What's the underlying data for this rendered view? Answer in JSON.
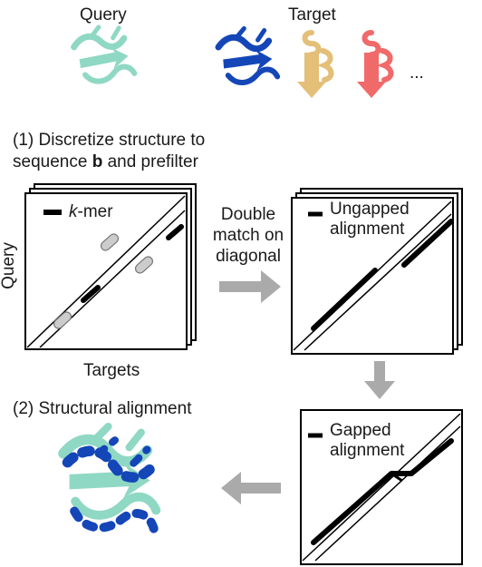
{
  "header": {
    "query_label": "Query",
    "target_label": "Target",
    "ellipsis": "..."
  },
  "step1": {
    "title_line1": "(1) Discretize structure to",
    "title_prefix": "sequence ",
    "title_bold": "b",
    "title_suffix": " and prefilter",
    "legend_italic": "k",
    "legend_rest": "-mer",
    "y_axis_label": "Query",
    "x_axis_label": "Targets",
    "arrow_text": [
      "Double",
      "match on",
      "diagonal"
    ]
  },
  "ungapped": {
    "legend_line1": "Ungapped",
    "legend_line2": "alignment"
  },
  "gapped": {
    "legend_line1": "Gapped",
    "legend_line2": "alignment"
  },
  "step2": {
    "title": "(2) Structural alignment"
  },
  "colors": {
    "query_protein": "#8fd8c4",
    "target_blue": "#1446b8",
    "target_gold": "#e3bf78",
    "target_red": "#f06a6a",
    "arrow_gray": "#aaaaaa",
    "kmer_gray": "#cccccc",
    "line_black": "#000000"
  },
  "icons": {
    "query_protein": "protein-ribbon-icon",
    "targets": [
      "protein-ribbon-icon",
      "protein-ribbon-icon",
      "protein-ribbon-icon"
    ],
    "flow_arrows": [
      "arrow-right-icon",
      "arrow-down-icon",
      "arrow-left-icon"
    ]
  }
}
